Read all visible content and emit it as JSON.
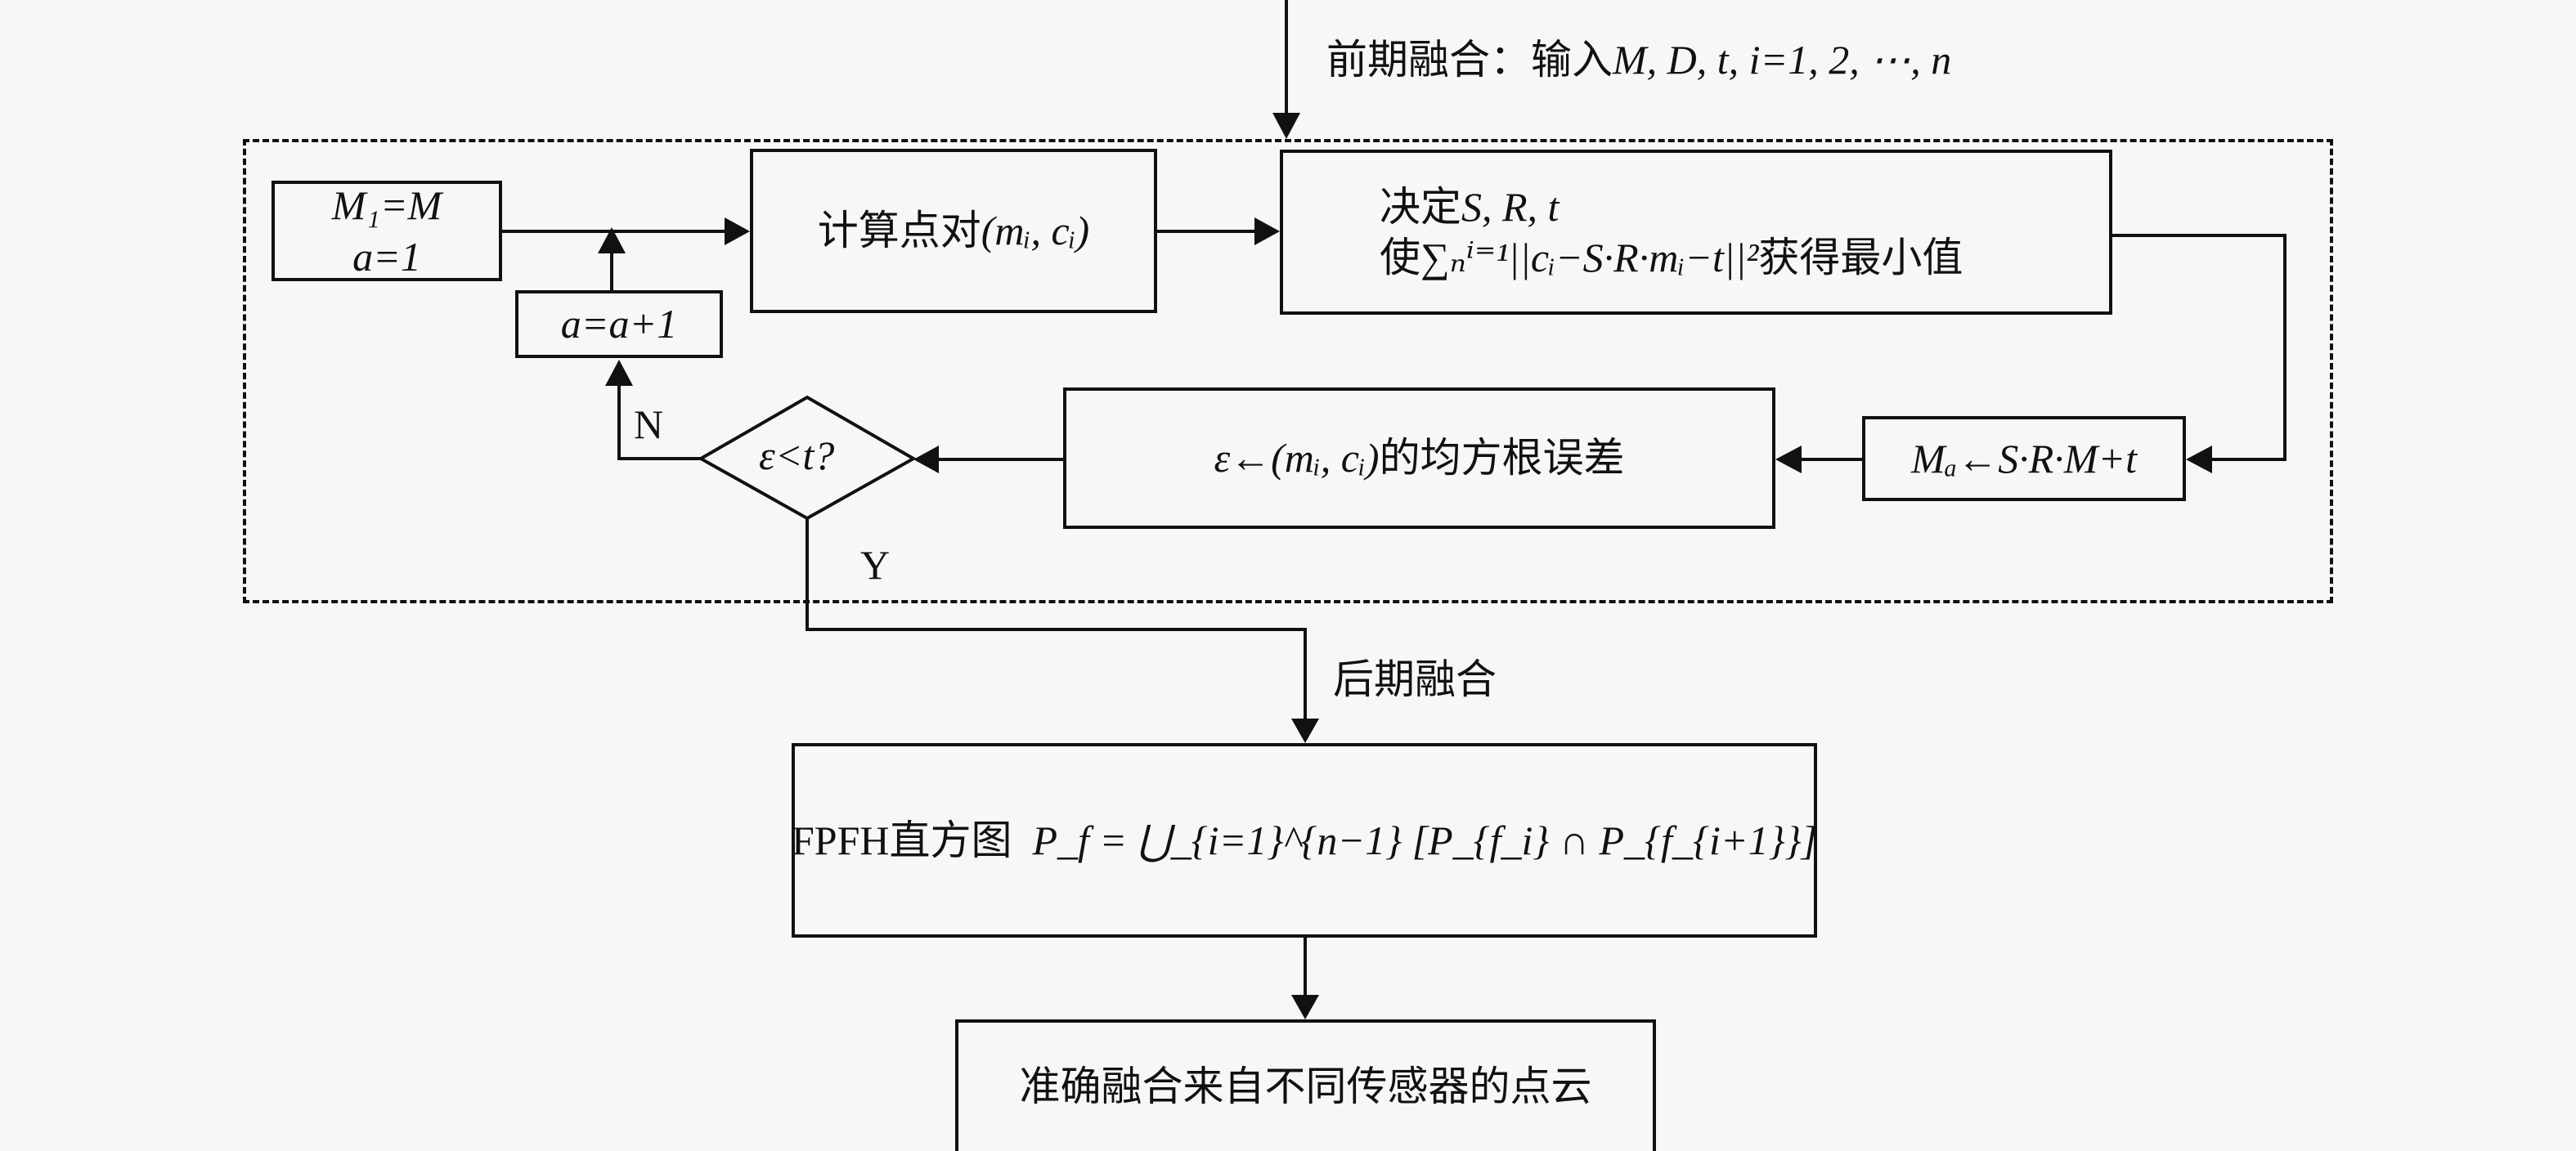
{
  "diagram": {
    "input_label": {
      "prefix": "前期融合：输入",
      "vars": "M, D, t, i=1, 2, ⋯, n"
    },
    "init_box": {
      "line1": "M₁=M",
      "line2": "a=1"
    },
    "increment_box": {
      "text": "a=a+1"
    },
    "compute_pairs_box": {
      "prefix": "计算点对",
      "formula": "(mᵢ, cᵢ)"
    },
    "determine_box": {
      "line1_prefix": "决定",
      "line1_vars": "S, R, t",
      "line2_prefix": "使",
      "line2_formula": "∑ₙⁱ⁼¹||cᵢ−S·R·mᵢ−t||²",
      "line2_suffix": "获得最小值"
    },
    "rmse_box": {
      "formula": "ε←(mᵢ, cᵢ)",
      "suffix": "的均方根误差"
    },
    "update_box": {
      "text": "Mₐ←S·R·M+t"
    },
    "decision": {
      "text": "ε<t?",
      "no_label": "N",
      "yes_label": "Y"
    },
    "late_fusion_label": "后期融合",
    "fpfh_box": {
      "prefix": "FPFH直方图",
      "formula": "P_f = ⋃_{i=1}^{n−1} [P_{f_i} ∩ P_{f_{i+1}}]"
    },
    "result_box": {
      "text": "准确融合来自不同传感器的点云"
    }
  }
}
